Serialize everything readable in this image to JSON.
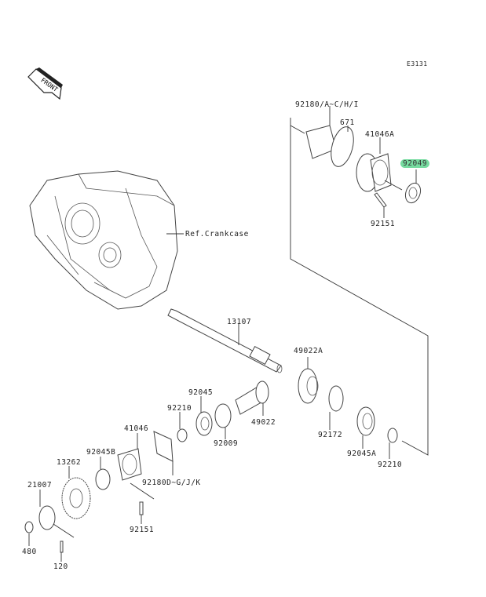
{
  "diagram": {
    "code": "E3131",
    "front_label": "FRONT",
    "reference_label": "Ref.Crankcase",
    "highlight_color": "#77dba0",
    "parts": [
      {
        "id": "p92180a",
        "number": "92180/A~C/H/I"
      },
      {
        "id": "p671",
        "number": "671"
      },
      {
        "id": "p41046a",
        "number": "41046A"
      },
      {
        "id": "p92049",
        "number": "92049",
        "highlighted": true
      },
      {
        "id": "p92151a",
        "number": "92151"
      },
      {
        "id": "p13107",
        "number": "13107"
      },
      {
        "id": "p49022a",
        "number": "49022A"
      },
      {
        "id": "p92045",
        "number": "92045"
      },
      {
        "id": "p92210a",
        "number": "92210"
      },
      {
        "id": "p49022",
        "number": "49022"
      },
      {
        "id": "p92009",
        "number": "92009"
      },
      {
        "id": "p92172",
        "number": "92172"
      },
      {
        "id": "p92045a",
        "number": "92045A"
      },
      {
        "id": "p92210b",
        "number": "92210"
      },
      {
        "id": "p41046",
        "number": "41046"
      },
      {
        "id": "p92045b",
        "number": "92045B"
      },
      {
        "id": "p13262",
        "number": "13262"
      },
      {
        "id": "p92180d",
        "number": "92180D~G/J/K"
      },
      {
        "id": "p21007",
        "number": "21007"
      },
      {
        "id": "p92151b",
        "number": "92151"
      },
      {
        "id": "p480",
        "number": "480"
      },
      {
        "id": "p120",
        "number": "120"
      }
    ]
  }
}
